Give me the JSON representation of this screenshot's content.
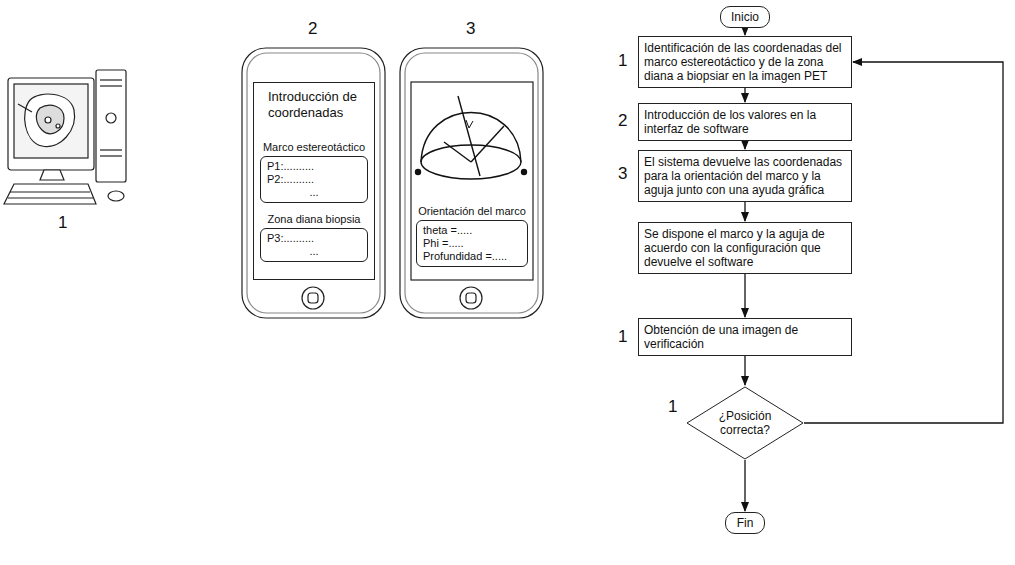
{
  "diagram": {
    "nodes": [
      {
        "text": [
          "Introducción de coordenadas"
        ]
      },
      {
        "text": [
          "Marco estereotáctico",
          "P1:..........",
          "P2:..........",
          "..."
        ],
        "in": 0
      },
      {
        "text": [
          "Zona diana biopsia",
          "P3:..........",
          "..."
        ],
        "in": 0
      },
      {
        "text": [
          "Orientación del marco",
          "theta =.....",
          "Phi =.....",
          "Profundidad =....."
        ]
      },
      {
        "text": [
          "Inicio"
        ]
      },
      {
        "text": [
          "Identificación de las coordenadas del marco estereotáctico y de la zona diana a biopsiar en la imagen PET"
        ]
      },
      {
        "text": [
          "Introducción de los valores en la interfaz de software"
        ]
      },
      {
        "text": [
          "El sistema devuelve las coordenadas para la orientación del marco y la aguja junto con una ayuda gráfica"
        ]
      },
      {
        "text": [
          "Se dispone el marco y la aguja de acuerdo con la configuración que devuelve el software"
        ]
      },
      {
        "text": [
          "Obtención de una imagen de verificación"
        ]
      },
      {
        "text": [
          "¿Posición correcta?"
        ]
      },
      {
        "text": [
          "Fin"
        ]
      }
    ],
    "edges": [
      {
        "from": 4,
        "to": 5,
        "arrow": "to"
      },
      {
        "from": 5,
        "to": 6,
        "arrow": "to"
      },
      {
        "from": 6,
        "to": 7,
        "arrow": "to"
      },
      {
        "from": 7,
        "to": 8,
        "arrow": "to"
      },
      {
        "from": 8,
        "to": 9,
        "arrow": "to"
      },
      {
        "from": 9,
        "to": 10,
        "arrow": "to"
      },
      {
        "from": 10,
        "to": 11,
        "arrow": "to"
      },
      {
        "from": 10,
        "to": 5,
        "arrow": "to"
      }
    ],
    "labels": [
      "2",
      "3",
      "1",
      "1",
      "2",
      "3",
      "1",
      "1"
    ]
  }
}
